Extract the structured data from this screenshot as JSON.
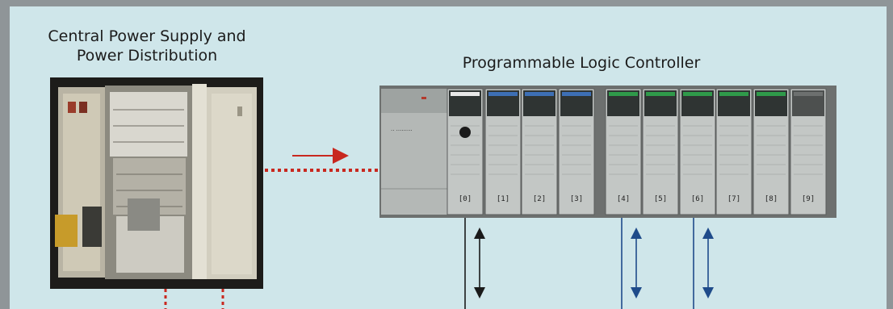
{
  "titles": {
    "cabinet_line1": "Central Power Supply and",
    "cabinet_line2": "Power Distribution",
    "plc": "Programmable Logic Controller"
  },
  "slots": [
    "[0]",
    "[1]",
    "[2]",
    "[3]",
    "[4]",
    "[5]",
    "[6]",
    "[7]",
    "[8]",
    "[9]"
  ],
  "colors": {
    "background_panel": "#cfe6ea",
    "red_arrow": "#c8281f",
    "dotted_link": "#c8281f",
    "io_arrow_black": "#1a1a1a",
    "io_arrow_blue": "#1f4b8a"
  }
}
